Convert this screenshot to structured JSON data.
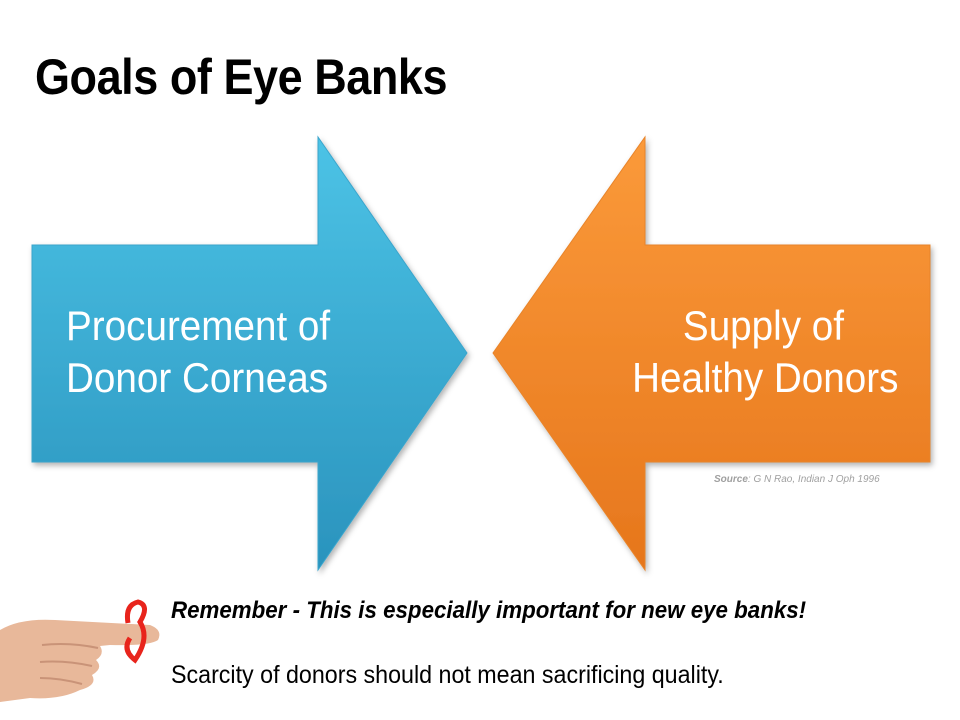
{
  "title": "Goals of Eye Banks",
  "left_arrow": {
    "line1": "Procurement of",
    "line2": "Donor Corneas",
    "color": "#3aaed8"
  },
  "right_arrow": {
    "line1": "Supply of",
    "line2": "Healthy Donors",
    "color": "#f2862a"
  },
  "source": {
    "label": "Source",
    "text": ": G N Rao, Indian J Oph 1996"
  },
  "remember": "Remember - This is especially important for new eye banks!",
  "scarcity": "Scarcity of donors should not mean sacrificing quality."
}
